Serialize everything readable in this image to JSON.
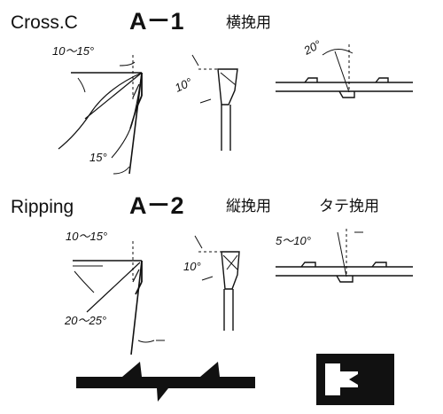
{
  "colors": {
    "ink": "#111111",
    "background": "#ffffff"
  },
  "section_a1": {
    "heading": "Cross.C",
    "code": "A－1",
    "usage": "横挽用",
    "hook_angle": "10～15°",
    "clearance_angle": "15°",
    "bevel_angle": "10°",
    "set_angle": "20°"
  },
  "section_a2": {
    "heading": "Ripping",
    "code": "A－2",
    "usage": "縦挽用",
    "usage_alt": "タテ挽用",
    "hook_angle": "10～15°",
    "clearance_angle": "20～25°",
    "bevel_angle": "10°",
    "set_angle": "5～10°"
  }
}
